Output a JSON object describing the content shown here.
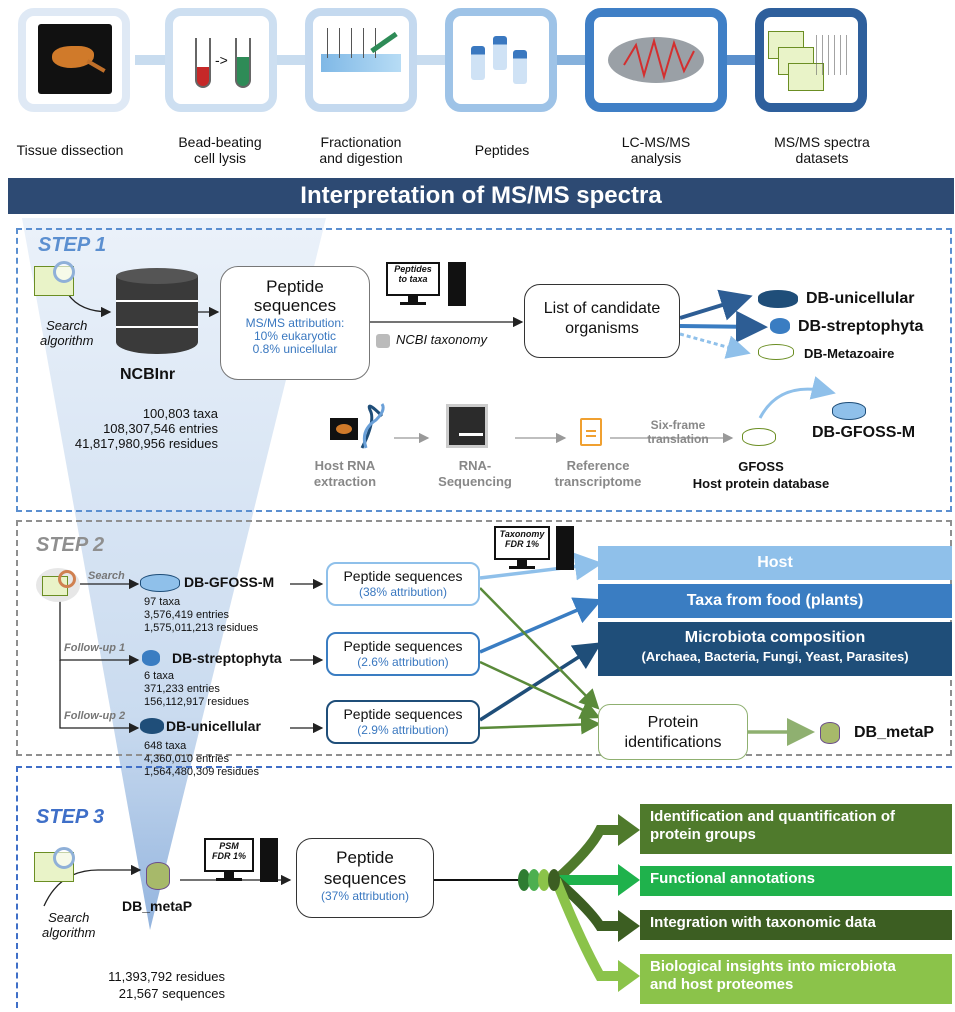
{
  "workflow": {
    "steps": [
      {
        "label": "Tissue dissection"
      },
      {
        "label": "Bead-beating\ncell lysis"
      },
      {
        "label": "Fractionation\nand digestion"
      },
      {
        "label": "Peptides"
      },
      {
        "label": "LC-MS/MS\nanalysis"
      },
      {
        "label": "MS/MS spectra\ndatasets"
      }
    ]
  },
  "banner": {
    "title": "Interpretation of MS/MS spectra"
  },
  "step1": {
    "title": "STEP 1",
    "search_label": "Search\nalgorithm",
    "ncbi_name": "NCBInr",
    "ncbi_stats": "100,803 taxa\n108,307,546 entries\n41,817,980,956 residues",
    "peptide_title": "Peptide\nsequences",
    "peptide_detail": "MS/MS attribution:\n10% eukaryotic\n0.8% unicellular",
    "computer_label": "Peptides\nto taxa",
    "taxonomy_label": "NCBI taxonomy",
    "candidates": "List of candidate\norganisms",
    "db_unicellular": "DB-unicellular",
    "db_streptophyta": "DB-streptophyta",
    "db_metazoaire": "DB-Metazoaire",
    "db_gfoss_m": "DB-GFOSS-M",
    "host_rna": "Host RNA\nextraction",
    "rna_seq": "RNA-\nSequencing",
    "ref_transcriptome": "Reference\ntranscriptome",
    "six_frame": "Six-frame\ntranslation",
    "gfoss": "GFOSS\nHost protein database"
  },
  "step2": {
    "title": "STEP 2",
    "search": "Search",
    "followup1": "Follow-up 1",
    "followup2": "Follow-up 2",
    "computer_label": "Taxonomy\nFDR 1%",
    "dbs": [
      {
        "name": "DB-GFOSS-M",
        "stats": "97 taxa\n3,576,419 entries\n1,575,011,213 residues",
        "peptide": "Peptide sequences",
        "attribution": "(38% attribution)"
      },
      {
        "name": "DB-streptophyta",
        "stats": "6 taxa\n371,233 entries\n156,112,917 residues",
        "peptide": "Peptide sequences",
        "attribution": "(2.6% attribution)"
      },
      {
        "name": "DB-unicellular",
        "stats": "648 taxa\n4,360,010 entries\n1,564,480,309 residues",
        "peptide": "Peptide sequences",
        "attribution": "(2.9% attribution)"
      }
    ],
    "outputs": {
      "host": "Host",
      "food": "Taxa from food (plants)",
      "microbiota": "Microbiota composition",
      "microbiota_detail": "(Archaea, Bacteria, Fungi, Yeast, Parasites)"
    },
    "protein_ids": "Protein\nidentifications",
    "db_metap": "DB_metaP"
  },
  "step3": {
    "title": "STEP 3",
    "search_label": "Search\nalgorithm",
    "db_name": "DB_metaP",
    "stats": "11,393,792 residues\n21,567 sequences",
    "computer_label": "PSM\nFDR 1%",
    "peptide_title": "Peptide\nsequences",
    "attribution": "(37% attribution)",
    "results": [
      "Identification and quantification of\nprotein groups",
      "Functional annotations",
      "Integration with taxonomic data",
      "Biological insights into microbiota\nand host proteomes"
    ]
  },
  "colors": {
    "banner": "#2d4a73",
    "step1_border": "#5b8fd0",
    "step2_border": "#8f8f8f",
    "step3_border": "#3f6fc8",
    "host": "#8fc0ea",
    "food": "#3a7dc2",
    "microbiota": "#1f4e79",
    "green_dark": "#4f7a2c",
    "green_bright": "#1fb24c",
    "green_deep": "#3c5e22",
    "green_light": "#8bc34a"
  }
}
